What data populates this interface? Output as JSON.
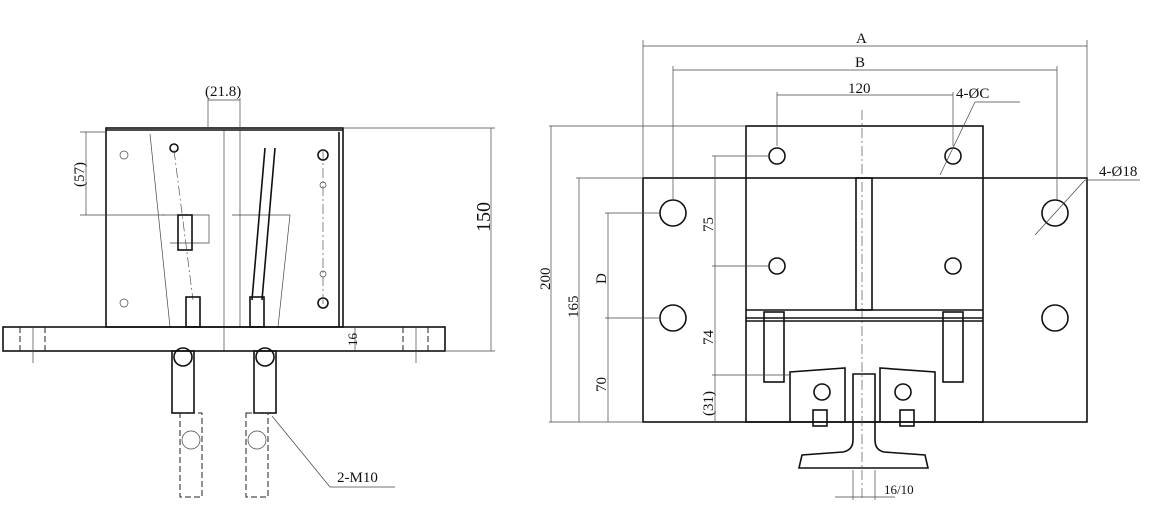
{
  "side_view": {
    "dim_gap": "(21.8)",
    "dim_ref_height": "(57)",
    "dim_height": "150",
    "dim_base_thickness": "16",
    "bolt_callout": "2-M10"
  },
  "front_view": {
    "dim_A": "A",
    "dim_B": "B",
    "dim_hole_spacing": "120",
    "small_holes": "4-ØC",
    "large_holes": "4-Ø18",
    "dim_total_height": "200",
    "dim_plate_height": "165",
    "dim_D": "D",
    "dim_75": "75",
    "dim_74": "74",
    "dim_70": "70",
    "dim_31": "(31)",
    "rail_size": "16/10"
  }
}
